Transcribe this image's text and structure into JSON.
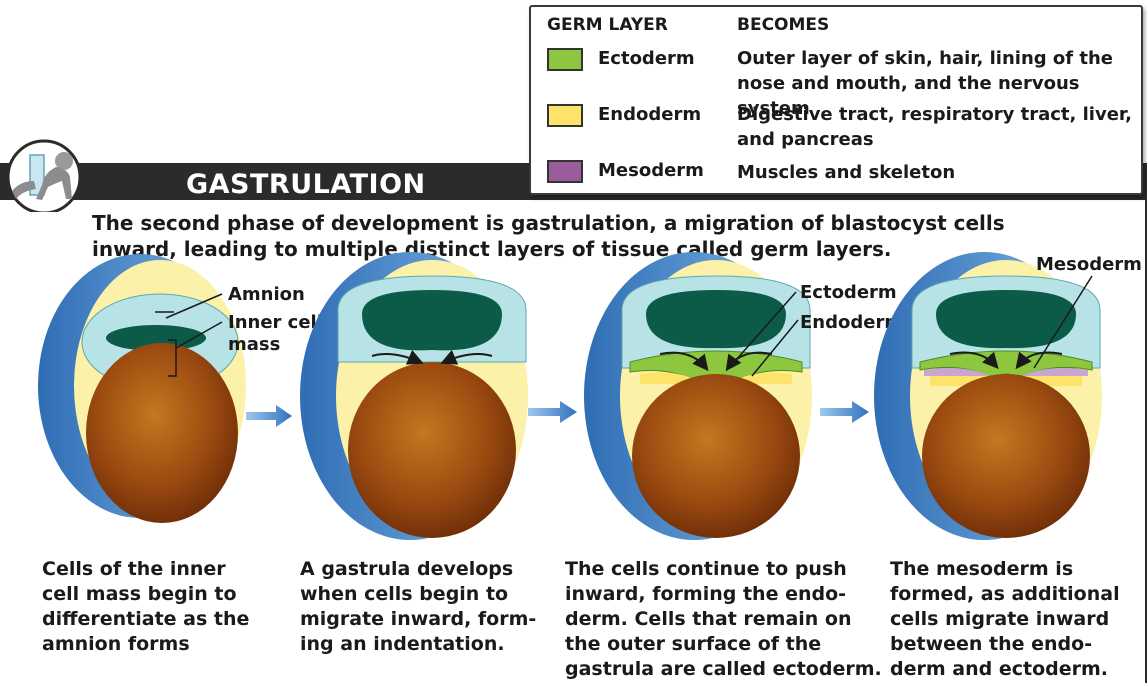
{
  "legend": {
    "col_germ": "GERM LAYER",
    "col_becomes": "BECOMES",
    "rows": [
      {
        "name": "Ectoderm",
        "becomes": "Outer layer of skin, hair, lining of the nose and mouth, and the nervous system",
        "color": "#8dc63f"
      },
      {
        "name": "Endoderm",
        "becomes": "Digestive tract, respiratory tract, liver, and pancreas",
        "color": "#fde36a"
      },
      {
        "name": "Mesoderm",
        "becomes": "Muscles and skeleton",
        "color": "#9b5c9e"
      }
    ]
  },
  "banner": {
    "title": "GASTRULATION"
  },
  "intro": "The second phase of development is gastrulation, a migration of blastocyst cells inward, leading to multiple distinct layers of tissue called germ layers.",
  "labels": {
    "amnion": "Amnion",
    "inner_cell_line1": "Inner cell",
    "inner_cell_line2": "mass",
    "ectoderm": "Ectoderm",
    "endoderm": "Endoderm",
    "mesoderm": "Mesoderm"
  },
  "captions": [
    [
      "Cells of the inner",
      "cell mass begin to",
      "differentiate as the",
      "amnion forms"
    ],
    [
      "A gastrula develops",
      "when cells begin to",
      "migrate inward, form-",
      "ing an indentation."
    ],
    [
      "The cells continue to push",
      "inward, forming the endo-",
      "derm. Cells that remain on",
      "the outer surface of the",
      "gastrula are called ectoderm."
    ],
    [
      "The mesoderm is",
      "formed, as additional",
      "cells migrate inward",
      "between the endo-",
      "derm and ectoderm."
    ]
  ],
  "colors": {
    "outer_blue": "#3f7fc4",
    "amnion_cyan": "#b7e3e6",
    "amniotic_dark": "#0c5a48",
    "yolk_brown": "#8a3c0c",
    "yolk_pale": "#fbf1a8",
    "ectoderm_green": "#8dc63f",
    "endoderm_yellow": "#fde36a",
    "mesoderm_purple": "#c9a6cf",
    "banner": "#2b2b2b"
  },
  "icons": {
    "logo": "crawling-baby-icon",
    "stage_arrow": "arrow-right-icon"
  }
}
